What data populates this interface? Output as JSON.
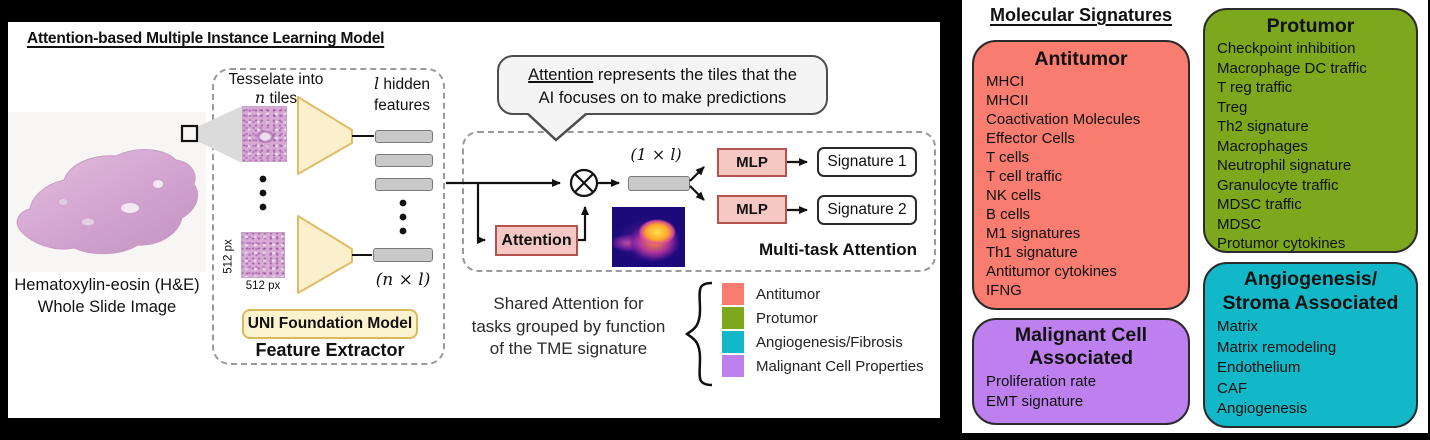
{
  "model_panel": {
    "title": "Attention-based Multiple Instance Learning Model",
    "wsi": {
      "caption_line1": "Hematoxylin-eosin (H&E)",
      "caption_line2": "Whole Slide Image"
    },
    "feature_extractor": {
      "tesselate_label": "Tesselate into",
      "tesselate_n": "n",
      "tesselate_tiles": " tiles",
      "hidden_l": "l",
      "hidden_rest": " hidden",
      "hidden_line2": "features",
      "px_side": "512 px",
      "px_bottom": "512 px",
      "n_by_l": "(n × l)",
      "uni_label": "UNI Foundation Model",
      "caption": "Feature Extractor"
    },
    "bubble": {
      "line1_underlined": "Attention",
      "line1_rest": " represents the tiles that the",
      "line2": "AI focuses on to make predictions"
    },
    "multitask": {
      "one_by_l": "(1 × l)",
      "attention_label": "Attention",
      "mlp1_label": "MLP",
      "mlp2_label": "MLP",
      "signature1": "Signature 1",
      "signature2": "Signature 2",
      "caption": "Multi-task Attention"
    },
    "shared_attention": {
      "line1": "Shared Attention for",
      "line2": "tasks grouped by function",
      "line3": "of the TME signature"
    },
    "legend": [
      {
        "label": "Antitumor",
        "color": "#F87C6F"
      },
      {
        "label": "Protumor",
        "color": "#7DA81E"
      },
      {
        "label": "Angiogenesis/Fibrosis",
        "color": "#12B8C8"
      },
      {
        "label": "Malignant Cell Properties",
        "color": "#BE80EF"
      }
    ]
  },
  "signatures_panel": {
    "title": "Molecular Signatures",
    "groups": [
      {
        "name": "Antitumor",
        "color": "#F87C6F",
        "title_lines": [
          "Antitumor"
        ],
        "items": [
          "MHCI",
          "MHCII",
          "Coactivation Molecules",
          "Effector Cells",
          "T cells",
          "T cell traffic",
          "NK cells",
          "B cells",
          "M1 signatures",
          "Th1 signature",
          "Antitumor cytokines",
          "IFNG"
        ]
      },
      {
        "name": "Malignant Cell Associated",
        "color": "#BE80EF",
        "title_lines": [
          "Malignant Cell",
          "Associated"
        ],
        "items": [
          "Proliferation rate",
          "EMT signature"
        ]
      },
      {
        "name": "Protumor",
        "color": "#7DA81E",
        "title_lines": [
          "Protumor"
        ],
        "items": [
          "Checkpoint inhibition",
          "Macrophage DC traffic",
          "T reg traffic",
          "Treg",
          "Th2 signature",
          "Macrophages",
          "Neutrophil signature",
          "Granulocyte traffic",
          "MDSC traffic",
          "MDSC",
          "Protumor cytokines"
        ]
      },
      {
        "name": "Angiogenesis/Stroma Associated",
        "color": "#12B8C8",
        "title_lines": [
          "Angiogenesis/",
          "Stroma Associated"
        ],
        "items": [
          "Matrix",
          "Matrix remodeling",
          "Endothelium",
          "CAF",
          "Angiogenesis"
        ]
      }
    ]
  }
}
